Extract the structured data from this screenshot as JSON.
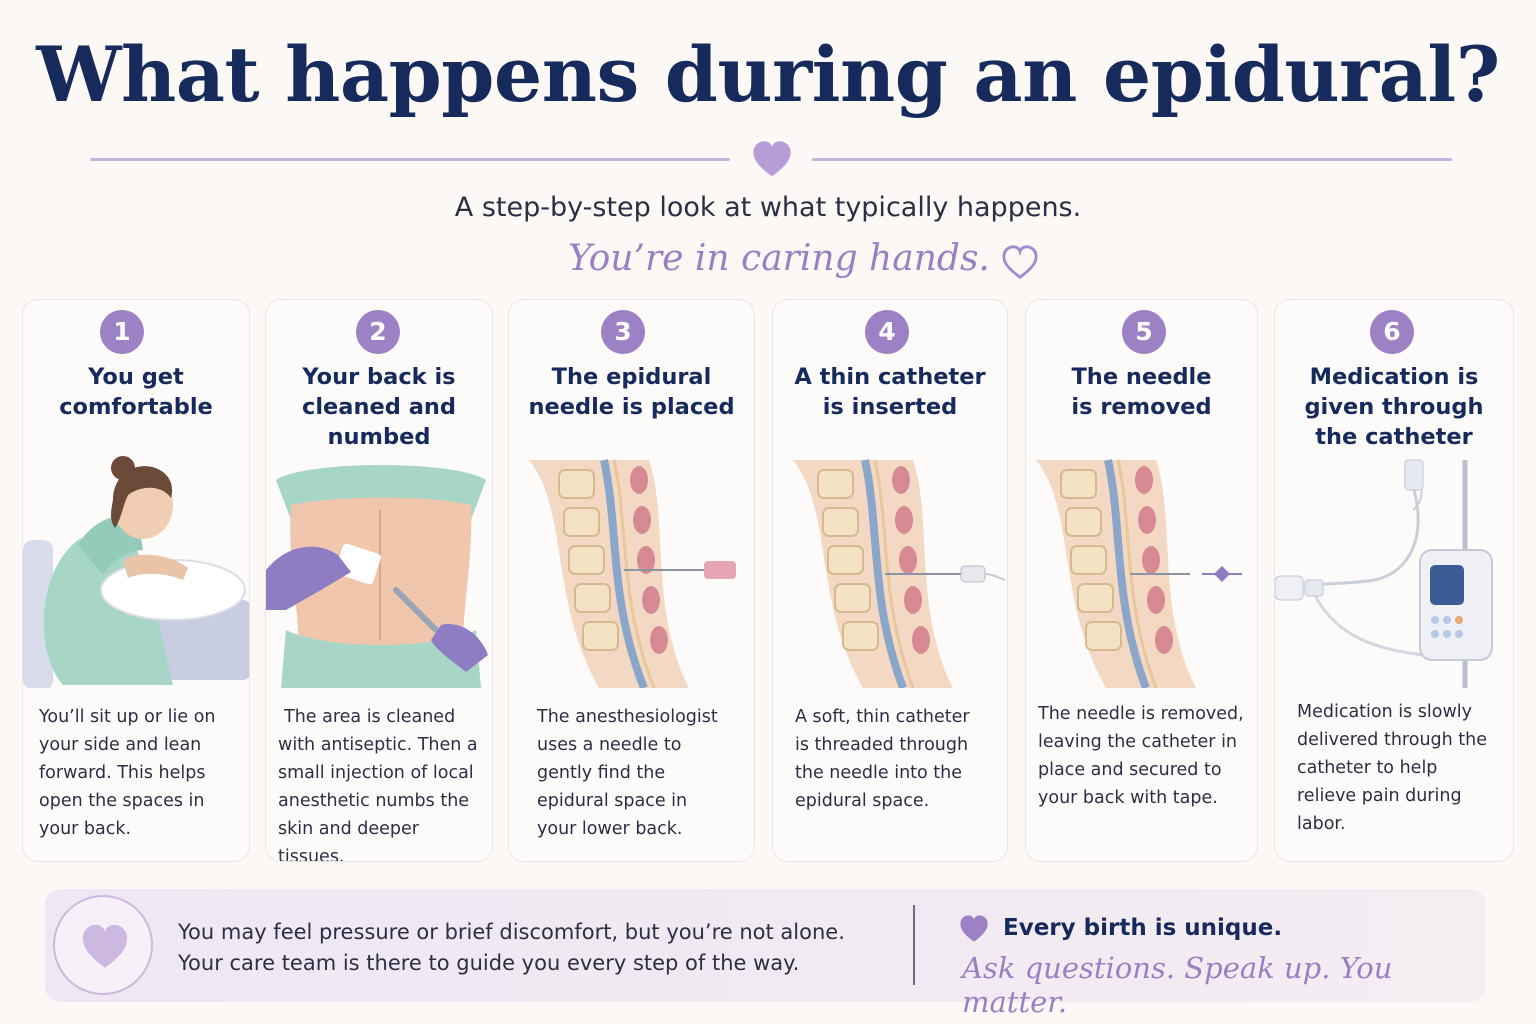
{
  "header": {
    "title": "What happens during an epidural?",
    "subtitle": "A step-by-step look at what typically happens.",
    "tagline": "You’re in caring hands."
  },
  "steps": [
    {
      "number": "1",
      "title_lines": [
        "You get",
        "comfortable"
      ],
      "desc_lines": [
        "You’ll sit up or lie on",
        "your side and lean",
        "forward. This helps",
        "open the spaces in",
        "your back."
      ]
    },
    {
      "number": "2",
      "title_lines": [
        "Your back is",
        "cleaned and",
        "numbed"
      ],
      "desc_lines": [
        "The area is cleaned",
        "with antiseptic. Then a",
        "small injection of local",
        "anesthetic numbs the",
        "skin and deeper tissues."
      ]
    },
    {
      "number": "3",
      "title_lines": [
        "The epidural",
        "needle is placed"
      ],
      "desc_lines": [
        "The anesthesiologist",
        "uses a needle to",
        "gently find the",
        "epidural space in",
        "your lower back."
      ]
    },
    {
      "number": "4",
      "title_lines": [
        "A thin catheter",
        "is inserted"
      ],
      "desc_lines": [
        "A soft, thin catheter",
        "is threaded through",
        "the needle into the",
        "epidural space."
      ]
    },
    {
      "number": "5",
      "title_lines": [
        "The needle",
        "is removed"
      ],
      "desc_lines": [
        "The needle is removed,",
        "leaving the catheter in",
        "place and secured to",
        "your back with tape."
      ]
    },
    {
      "number": "6",
      "title_lines": [
        "Medication is",
        "given through",
        "the catheter"
      ],
      "desc_lines": [
        "Medication is slowly",
        "delivered through the",
        "catheter to help",
        "relieve pain during",
        "labor."
      ]
    }
  ],
  "footer": {
    "reassurance_lines": [
      "You may feel pressure or brief discomfort, but you’re not alone.",
      "Your care team is there to guide you every step of the way."
    ],
    "unique": "Every birth is unique.",
    "script": "Ask questions. Speak up. You matter."
  },
  "icons": {
    "title": "heart-icon",
    "tagline": "heart-icon",
    "footer_circle": "heart-icon",
    "footer_unique": "heart-icon"
  },
  "colors": {
    "title": "#172a5c",
    "accent": "#9d81c5",
    "tagline": "#9b80c1",
    "background": "#fbf8f6"
  }
}
